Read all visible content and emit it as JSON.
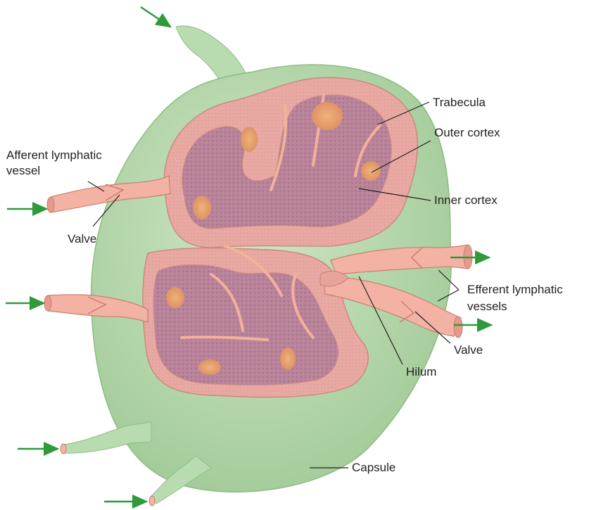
{
  "labels": {
    "afferent_line1": "Afferent lymphatic",
    "afferent_line2": "vessel",
    "valve_left": "Valve",
    "trabecula": "Trabecula",
    "outer_cortex": "Outer cortex",
    "inner_cortex": "Inner cortex",
    "efferent_line1": "Efferent lymphatic",
    "efferent_line2": "vessels",
    "valve_right": "Valve",
    "hilum": "Hilum",
    "capsule": "Capsule"
  },
  "colors": {
    "capsule": "#b9dbb0",
    "capsule_shade": "#9cc893",
    "cortex": "#f2b8a6",
    "medulla": "#b87f93",
    "germinal_center": "#e6a06a",
    "vessel": "#f4b2a4",
    "arrow": "#2e9a3a"
  }
}
